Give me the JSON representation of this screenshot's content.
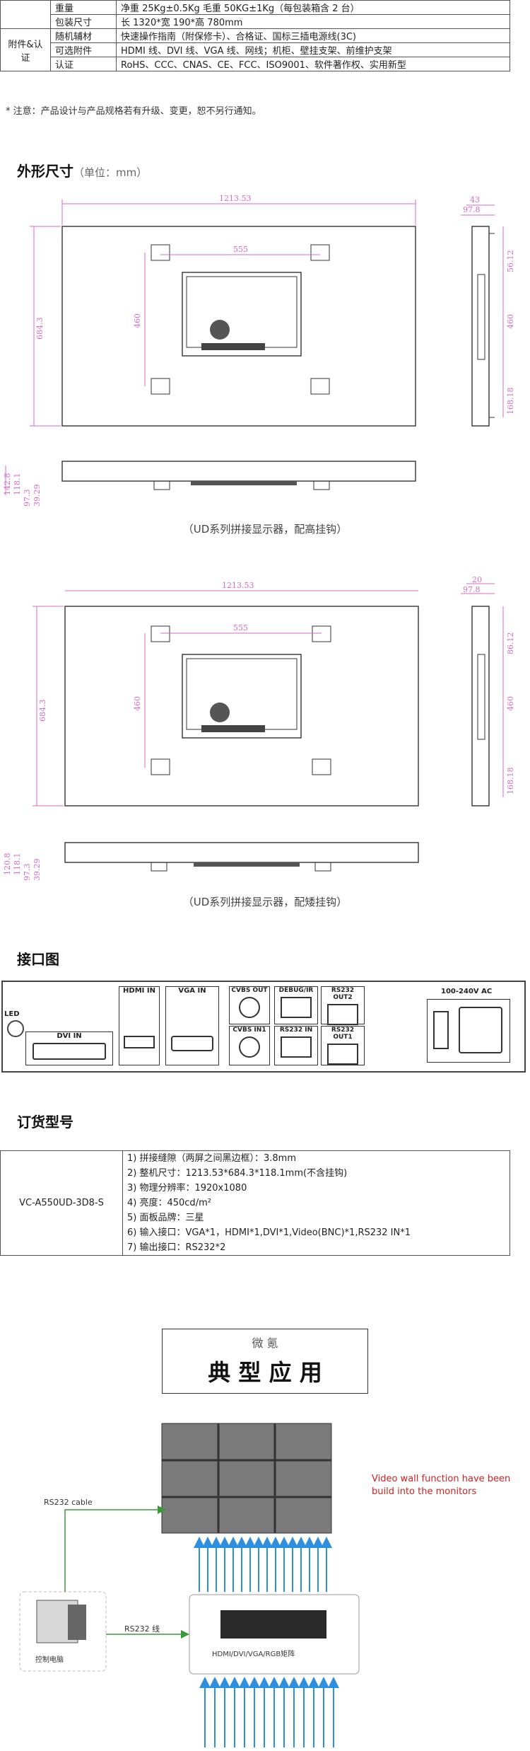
{
  "spec_table": {
    "rows": [
      {
        "cat": "",
        "key": "重量",
        "value": "净重 25Kg±0.5Kg 毛重 50KG±1Kg（每包装箱含 2 台）"
      },
      {
        "cat": "",
        "key": "包装尺寸",
        "value": "长 1320*宽 190*高 780mm"
      },
      {
        "cat": "附件&认证",
        "key": "随机辅材",
        "value": "快速操作指南（附保修卡）、合格证、国标三插电源线(3C)"
      },
      {
        "cat": "",
        "key": "可选附件",
        "value": "HDMI 线、DVI 线、VGA 线、网线；机柜、壁挂支架、前维护支架"
      },
      {
        "cat": "",
        "key": "认证",
        "value": "RoHS、CCC、CNAS、CE、FCC、ISO9001、软件著作权、实用新型"
      }
    ]
  },
  "note": "* 注意：产品设计与产品规格若有升级、变更，恕不另行通知。",
  "dimensions": {
    "title": "外形尺寸",
    "unit": "（单位：mm）",
    "drawing1": {
      "width": "1213.53",
      "height": "684.3",
      "mount_w": "555",
      "mount_h": "460",
      "side_top": "43",
      "side_depth": "97.8",
      "side_a": "56.12",
      "side_b": "460",
      "side_c": "168.18",
      "bottom_a": "142.8",
      "bottom_b": "118.1",
      "bottom_c": "97.3",
      "bottom_d": "39.29",
      "caption": "（UD系列拼接显示器，配高挂钩）"
    },
    "drawing2": {
      "width": "1213.53",
      "height": "684.3",
      "mount_w": "555",
      "mount_h": "460",
      "side_top": "20",
      "side_depth": "97.8",
      "side_a": "86.12",
      "side_b": "460",
      "side_c": "168.18",
      "bottom_a": "120.8",
      "bottom_b": "118.1",
      "bottom_c": "97.3",
      "bottom_d": "39.29",
      "caption": "（UD系列拼接显示器，配矮挂钩）"
    }
  },
  "interface": {
    "title": "接口图",
    "led": "LED",
    "dvi": "DVI IN",
    "hdmi": "HDMI IN",
    "vga": "VGA IN",
    "cvbs_out": "CVBS OUT",
    "cvbs_in": "CVBS IN1",
    "debug": "DEBUG/IR",
    "rs232_in": "RS232 IN",
    "rs232_out2": "RS232 OUT2",
    "rs232_out1": "RS232 OUT1",
    "power": "100-240V AC"
  },
  "order": {
    "title": "订货型号",
    "model": "VC-A550UD-3D8-S",
    "lines": [
      "1) 拼接缝隙（两屏之间黑边框）：3.8mm",
      "2) 整机尺寸：1213.53*684.3*118.1mm(不含挂钩)",
      "3) 物理分辨率：1920x1080",
      "4) 亮度：450cd/m²",
      "5) 面板品牌：三星",
      "6) 输入接口：VGA*1，HDMI*1,DVI*1,Video(BNC)*1,RS232 IN*1",
      "7) 输出接口：RS232*2"
    ]
  },
  "application": {
    "brand": "微 氪",
    "title": "典 型 应 用",
    "red_note": "Video wall function have been build into the monitors",
    "rs232_cable": "RS232 cable",
    "rs232_line": "RS232 线",
    "pc_label": "控制电脑",
    "matrix_label": "HDMI/DVI/VGA/RGB矩阵"
  },
  "colors": {
    "dimension": "#d66ac8",
    "arrow": "#2e8fe0",
    "red_note": "#d32020",
    "wall": "#7a7a7a"
  }
}
